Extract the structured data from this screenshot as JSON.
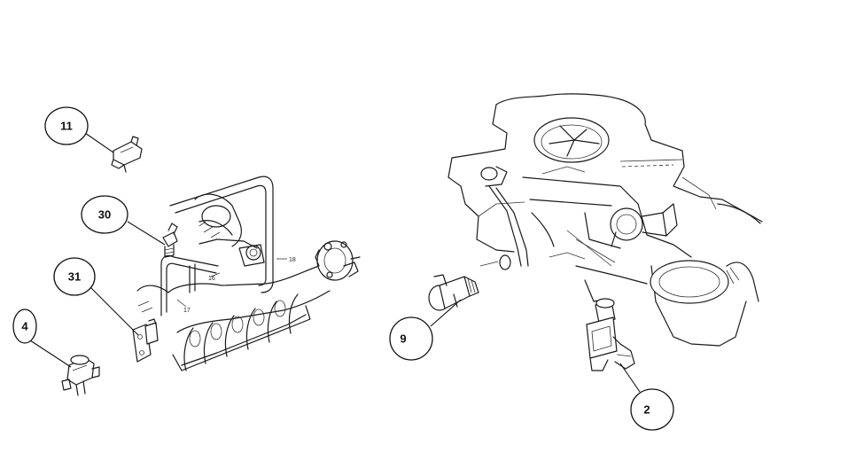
{
  "callouts": [
    {
      "id": "c11",
      "label": "11"
    },
    {
      "id": "c30",
      "label": "30"
    },
    {
      "id": "c31",
      "label": "31"
    },
    {
      "id": "c4",
      "label": "4"
    },
    {
      "id": "c9",
      "label": "9"
    },
    {
      "id": "c2",
      "label": "2"
    }
  ],
  "engine_labels": {
    "l16": "16",
    "l17": "17",
    "l18": "18"
  }
}
